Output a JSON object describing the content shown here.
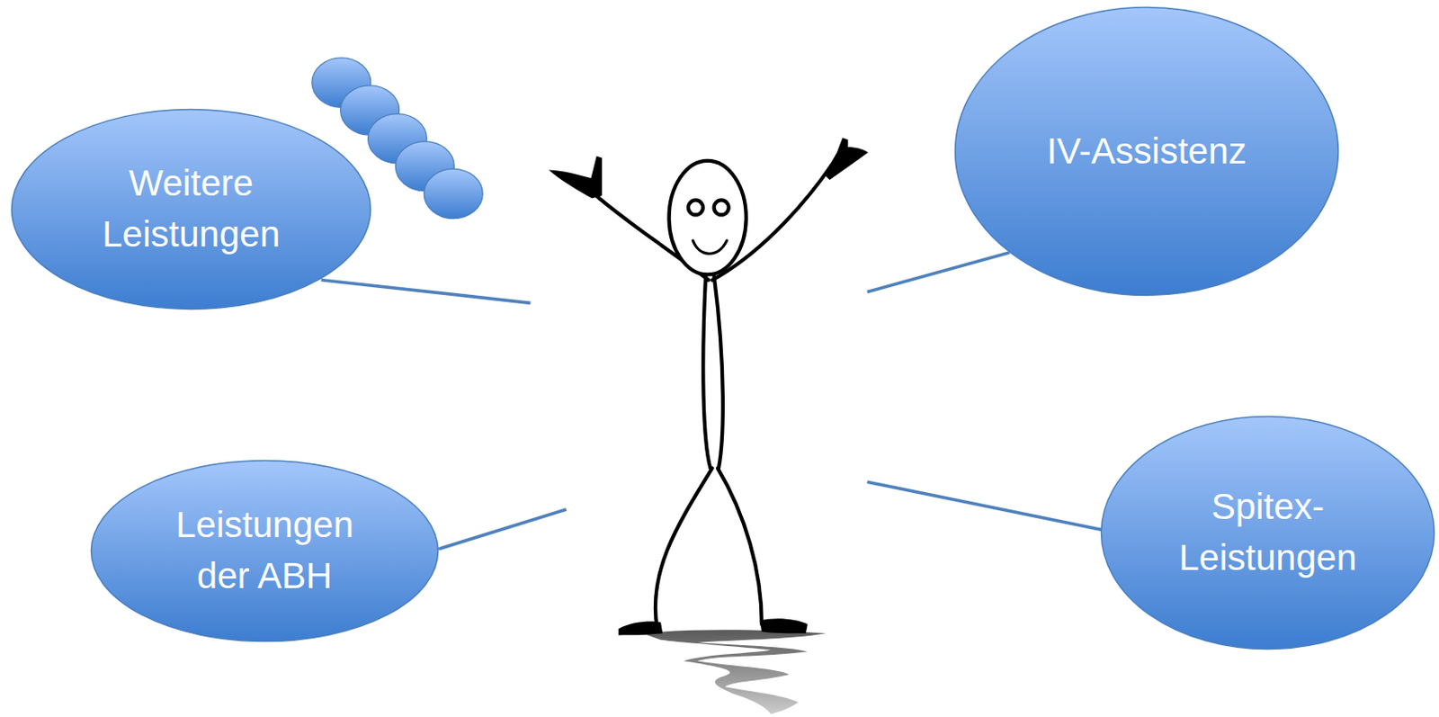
{
  "diagram": {
    "nodes": [
      {
        "text": [
          "Weitere Leistungen"
        ]
      },
      {
        "text": [
          "IV-Assistenz"
        ]
      },
      {
        "text": [
          "Leistungen der ABH"
        ]
      },
      {
        "text": [
          "Spitex- Leistungen"
        ]
      }
    ]
  }
}
